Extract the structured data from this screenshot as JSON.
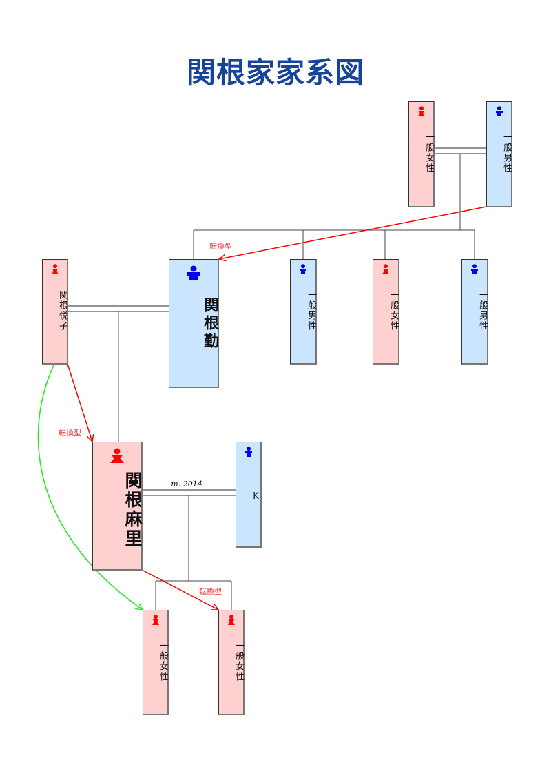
{
  "title": "関根家家系図",
  "colors": {
    "title": "#16449c",
    "female_fill": "#ffd0d0",
    "male_fill": "#cce5ff",
    "female_icon": "#ff0000",
    "male_icon": "#0000ee",
    "transition_arrow": "#ff0000",
    "green_arrow": "#22ee22"
  },
  "people": {
    "grandmother": {
      "name": "一般女性",
      "sex": "female",
      "icon": "female-icon"
    },
    "grandfather": {
      "name": "一般男性",
      "sex": "male",
      "icon": "male-icon"
    },
    "etsuko": {
      "name": "関根悦子",
      "sex": "female",
      "icon": "female-icon"
    },
    "tsutomu": {
      "name": "関根勤",
      "sex": "male",
      "icon": "male-icon"
    },
    "sibling1": {
      "name": "一般男性",
      "sex": "male",
      "icon": "male-icon"
    },
    "sibling2": {
      "name": "一般女性",
      "sex": "female",
      "icon": "female-icon"
    },
    "sibling3": {
      "name": "一般男性",
      "sex": "male",
      "icon": "male-icon"
    },
    "mari": {
      "name": "関根麻里",
      "sex": "female",
      "icon": "female-icon"
    },
    "k": {
      "name": "K",
      "sex": "male",
      "icon": "male-icon"
    },
    "grandchild1": {
      "name": "一般女性",
      "sex": "female",
      "icon": "female-icon"
    },
    "grandchild2": {
      "name": "一般女性",
      "sex": "female",
      "icon": "female-icon"
    }
  },
  "relations": {
    "mari_k_marriage": "m. 2014",
    "transition_label": "転換型"
  }
}
